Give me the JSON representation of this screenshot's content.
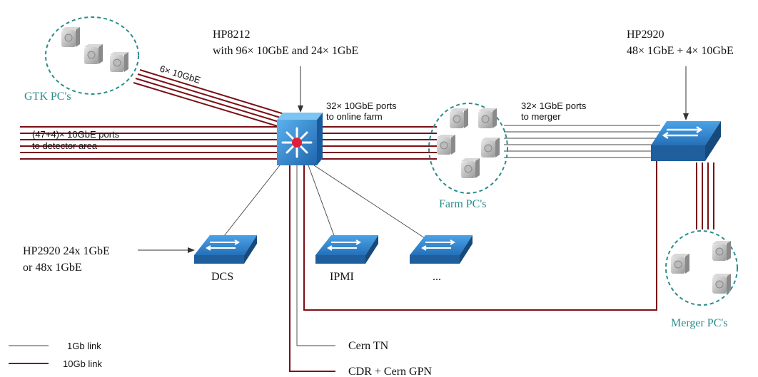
{
  "labels": {
    "hp8212_line1": "HP8212",
    "hp8212_line2": "with 96× 10GbE and 24× 1GbE",
    "hp2920_line1": "HP2920",
    "hp2920_line2": "48× 1GbE + 4× 10GbE",
    "gtk_link": "6× 10GbE",
    "gtk_pcs": "GTK PC's",
    "farm_ports_line1": "32× 10GbE ports",
    "farm_ports_line2": "to online farm",
    "merger_ports_line1": "32× 1GbE ports",
    "merger_ports_line2": "to merger",
    "detector_line1": "(47+4)× 10GbE ports",
    "detector_line2": "to detector area",
    "farm_pcs": "Farm PC's",
    "merger_pcs": "Merger PC's",
    "small_switch_line1": "HP2920 24x 1GbE",
    "small_switch_line2": "or 48x 1GbE",
    "dcs": "DCS",
    "ipmi": "IPMI",
    "ellipsis": "...",
    "cern_tn": "Cern TN",
    "cdr": "CDR + Cern GPN"
  },
  "legend": {
    "link_1gb": "1Gb link",
    "link_10gb": "10Gb link"
  },
  "colors": {
    "link_10gb": "#7a1016",
    "link_1gb": "#444444",
    "pc_cluster_outline": "#2a8c8c",
    "cluster_label": "#2a8c8c",
    "switch_blue": "#2a79c4"
  }
}
